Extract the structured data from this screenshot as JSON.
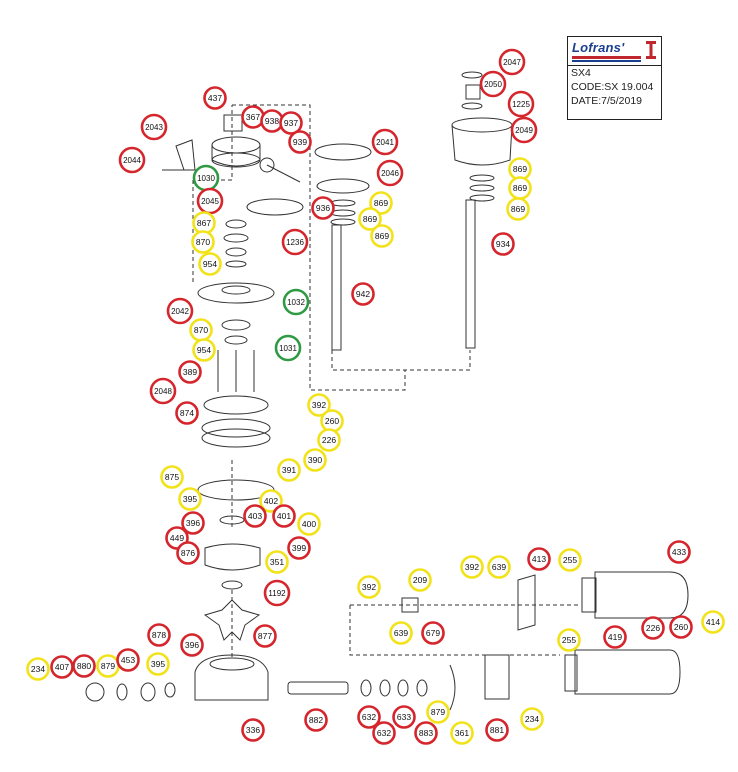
{
  "brand": {
    "name": "Lofrans'",
    "model": "SX4",
    "code": "CODE:SX 19.004",
    "date": "DATE:7/5/2019",
    "colors": {
      "blue": "#1b3f8f",
      "red": "#c0262d"
    }
  },
  "legend_colors": {
    "red": "#d4262c",
    "yellow": "#f2e21a",
    "green": "#2f9a43"
  },
  "callouts": [
    {
      "label": "2047",
      "color": "red"
    },
    {
      "label": "2050",
      "color": "red"
    },
    {
      "label": "1225",
      "color": "red"
    },
    {
      "label": "2049",
      "color": "red"
    },
    {
      "label": "437",
      "color": "red"
    },
    {
      "label": "367",
      "color": "red"
    },
    {
      "label": "938",
      "color": "red"
    },
    {
      "label": "937",
      "color": "red"
    },
    {
      "label": "939",
      "color": "red"
    },
    {
      "label": "2043",
      "color": "red"
    },
    {
      "label": "2044",
      "color": "red"
    },
    {
      "label": "1030",
      "color": "green"
    },
    {
      "label": "2041",
      "color": "red"
    },
    {
      "label": "2046",
      "color": "red"
    },
    {
      "label": "869",
      "color": "yellow"
    },
    {
      "label": "869",
      "color": "yellow"
    },
    {
      "label": "869",
      "color": "yellow"
    },
    {
      "label": "869",
      "color": "yellow"
    },
    {
      "label": "869",
      "color": "yellow"
    },
    {
      "label": "869",
      "color": "yellow"
    },
    {
      "label": "936",
      "color": "red"
    },
    {
      "label": "2045",
      "color": "red"
    },
    {
      "label": "867",
      "color": "yellow"
    },
    {
      "label": "1236",
      "color": "red"
    },
    {
      "label": "870",
      "color": "yellow"
    },
    {
      "label": "954",
      "color": "yellow"
    },
    {
      "label": "934",
      "color": "red"
    },
    {
      "label": "942",
      "color": "red"
    },
    {
      "label": "2042",
      "color": "red"
    },
    {
      "label": "1032",
      "color": "green"
    },
    {
      "label": "870",
      "color": "yellow"
    },
    {
      "label": "954",
      "color": "yellow"
    },
    {
      "label": "1031",
      "color": "green"
    },
    {
      "label": "389",
      "color": "red"
    },
    {
      "label": "2048",
      "color": "red"
    },
    {
      "label": "392",
      "color": "yellow"
    },
    {
      "label": "874",
      "color": "red"
    },
    {
      "label": "260",
      "color": "yellow"
    },
    {
      "label": "226",
      "color": "yellow"
    },
    {
      "label": "390",
      "color": "yellow"
    },
    {
      "label": "391",
      "color": "yellow"
    },
    {
      "label": "875",
      "color": "yellow"
    },
    {
      "label": "402",
      "color": "yellow"
    },
    {
      "label": "395",
      "color": "yellow"
    },
    {
      "label": "403",
      "color": "red"
    },
    {
      "label": "401",
      "color": "red"
    },
    {
      "label": "396",
      "color": "red"
    },
    {
      "label": "400",
      "color": "yellow"
    },
    {
      "label": "449",
      "color": "red"
    },
    {
      "label": "399",
      "color": "red"
    },
    {
      "label": "876",
      "color": "red"
    },
    {
      "label": "351",
      "color": "yellow"
    },
    {
      "label": "392",
      "color": "yellow"
    },
    {
      "label": "639",
      "color": "yellow"
    },
    {
      "label": "413",
      "color": "red"
    },
    {
      "label": "255",
      "color": "yellow"
    },
    {
      "label": "433",
      "color": "red"
    },
    {
      "label": "1192",
      "color": "red"
    },
    {
      "label": "392",
      "color": "yellow"
    },
    {
      "label": "209",
      "color": "yellow"
    },
    {
      "label": "639",
      "color": "yellow"
    },
    {
      "label": "679",
      "color": "red"
    },
    {
      "label": "877",
      "color": "red"
    },
    {
      "label": "878",
      "color": "red"
    },
    {
      "label": "396",
      "color": "red"
    },
    {
      "label": "255",
      "color": "yellow"
    },
    {
      "label": "419",
      "color": "red"
    },
    {
      "label": "226",
      "color": "red"
    },
    {
      "label": "260",
      "color": "red"
    },
    {
      "label": "414",
      "color": "yellow"
    },
    {
      "label": "234",
      "color": "yellow"
    },
    {
      "label": "407",
      "color": "red"
    },
    {
      "label": "880",
      "color": "red"
    },
    {
      "label": "879",
      "color": "yellow"
    },
    {
      "label": "453",
      "color": "red"
    },
    {
      "label": "395",
      "color": "yellow"
    },
    {
      "label": "336",
      "color": "red"
    },
    {
      "label": "882",
      "color": "red"
    },
    {
      "label": "632",
      "color": "red"
    },
    {
      "label": "633",
      "color": "red"
    },
    {
      "label": "632",
      "color": "red"
    },
    {
      "label": "883",
      "color": "red"
    },
    {
      "label": "879",
      "color": "yellow"
    },
    {
      "label": "361",
      "color": "yellow"
    },
    {
      "label": "881",
      "color": "red"
    },
    {
      "label": "234",
      "color": "yellow"
    }
  ]
}
